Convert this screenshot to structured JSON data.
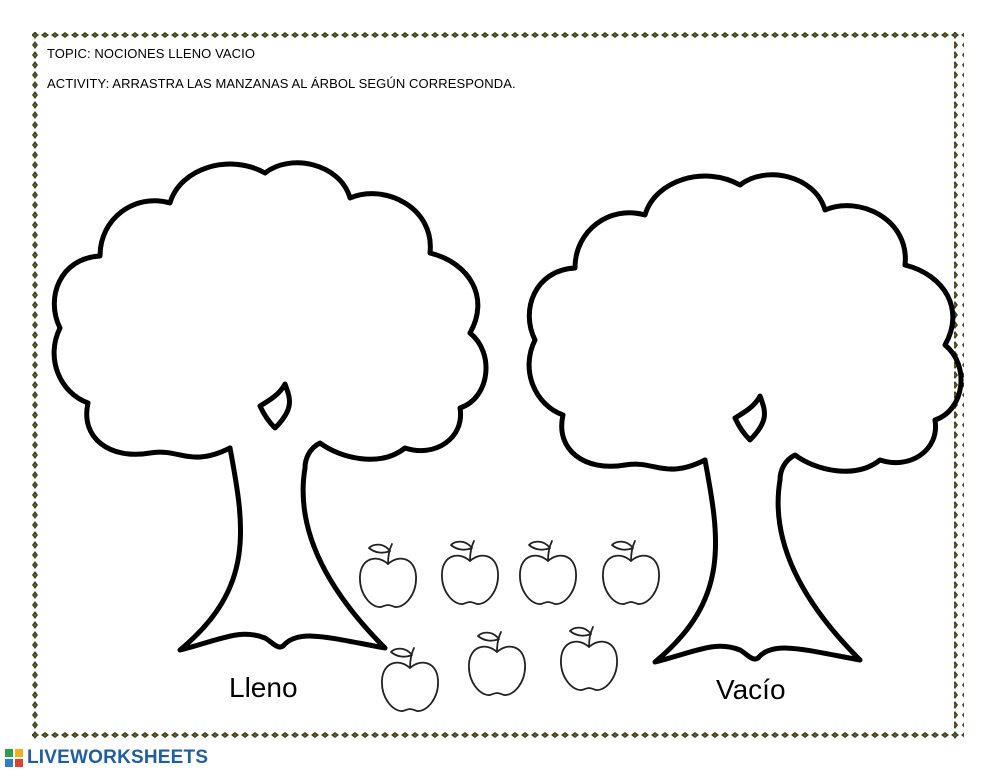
{
  "worksheet": {
    "topic": "TOPIC: NOCIONES LLENO VACIO",
    "activity": "ACTIVITY: ARRASTRA LAS MANZANAS AL ÁRBOL SEGÚN CORRESPONDA."
  },
  "trees": [
    {
      "label": "Lleno"
    },
    {
      "label": "Vacío"
    }
  ],
  "apples": {
    "count": 7,
    "icon": "apple-icon"
  },
  "branding": {
    "name": "LIVEWORKSHEETS",
    "color": "#1f5fa0"
  },
  "colors": {
    "border_leaf": "#2e4a1a",
    "border_dot": "#8a4a2a",
    "outline": "#000000"
  }
}
